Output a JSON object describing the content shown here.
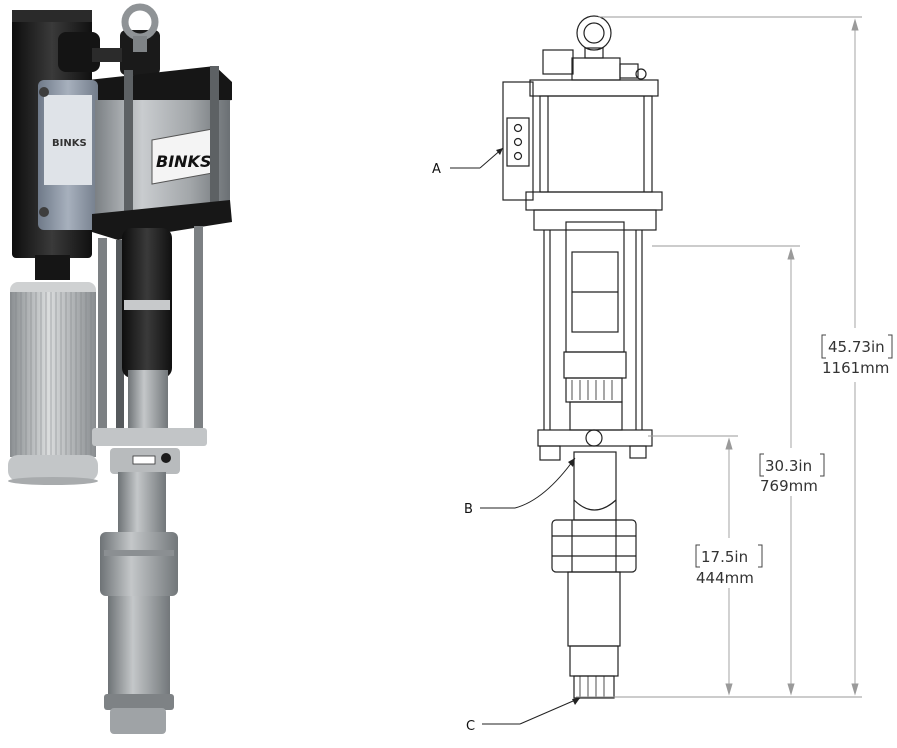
{
  "product": {
    "brand_label": "BINKS",
    "panel_label": "BINKS"
  },
  "callouts": {
    "a": "A",
    "b": "B",
    "c": "C"
  },
  "dimensions": {
    "overall": {
      "imperial": "45.73in",
      "metric": "1161mm"
    },
    "middle": {
      "imperial": "30.3in",
      "metric": "769mm"
    },
    "lower": {
      "imperial": "17.5in",
      "metric": "444mm"
    }
  },
  "colors": {
    "line": "#222222",
    "dim_line": "#9a9a9a",
    "motor_black": "#1e1e1e",
    "cylinder_gray": "#a7abae",
    "bracket_blue_gray": "#8f99a8",
    "filter_gray": "#b9bcbf",
    "pump_gray": "#9da1a4"
  }
}
